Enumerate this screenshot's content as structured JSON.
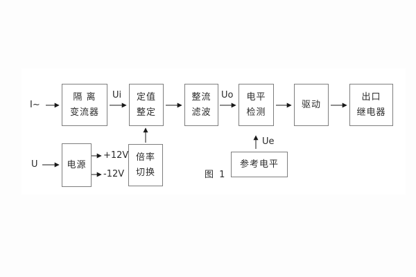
{
  "figure": {
    "caption": "图 1"
  },
  "inputs": {
    "current_input": "I~",
    "voltage_input": "U"
  },
  "signals": {
    "ui": "Ui",
    "uo": "Uo",
    "ue": "Ue",
    "plus12v": "+12V",
    "minus12v": "-12V"
  },
  "blocks": {
    "isolation_transformer": {
      "line1": "隔 离",
      "line2": "变流器"
    },
    "setting": {
      "line1": "定值",
      "line2": "整定"
    },
    "rectify_filter": {
      "line1": "整流",
      "line2": "滤波"
    },
    "level_detect": {
      "line1": "电平",
      "line2": "检测"
    },
    "drive": {
      "label": "驱动"
    },
    "output_relay": {
      "line1": "出口",
      "line2": "继电器"
    },
    "power_supply": {
      "label": "电源"
    },
    "ratio_switch": {
      "line1": "倍率",
      "line2": "切换"
    },
    "reference_level": {
      "label": "参考电平"
    }
  },
  "colors": {
    "background": "#fdfdfd",
    "panel": "#ffffff",
    "box_border": "#7d7d7d",
    "text": "#2b2b2b",
    "wire": "#1a1a1a"
  }
}
